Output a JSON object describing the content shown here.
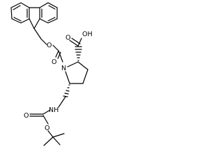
{
  "molecule": {
    "atoms": {
      "carboxyl": "OH",
      "ring_nitrogen": "N",
      "amine": "NH",
      "fmoc_ester_oxygen": "O",
      "fmoc_carbonyl_oxygen": "O",
      "boc_carbonyl_oxygen": "O",
      "boc_ester_oxygen": "O"
    }
  }
}
